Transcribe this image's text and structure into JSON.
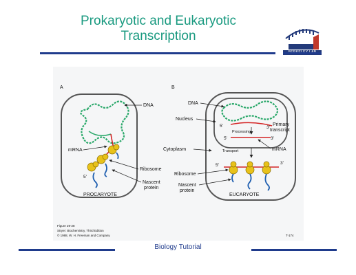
{
  "title_line1": "Prokaryotic and Eukaryotic",
  "title_line2": "Transcription",
  "logo_text": "BERKELEY LAB",
  "footer": "Biology Tutorial",
  "figure": {
    "panel_a_letter": "A",
    "panel_b_letter": "B",
    "a_dna": "DNA",
    "a_mrna": "mRNA",
    "a_ribosome": "Ribosome",
    "a_nascent_1": "Nascent",
    "a_nascent_2": "protein",
    "a_five_prime": "5'",
    "a_caption": "PROCARYOTE",
    "b_dna": "DNA",
    "b_nucleus": "Nucleus",
    "b_processing": "Processing",
    "b_primary_1": "Primary",
    "b_primary_2": "transcript",
    "b_five_a": "5'",
    "b_three_a": "3'",
    "b_five_b": "5'",
    "b_three_b": "3'",
    "b_mrna": "mRNA",
    "b_cytoplasm": "Cytoplasm",
    "b_transport": "Transport",
    "b_ribosome": "Ribosome",
    "b_five_c": "5'",
    "b_three_c": "3'",
    "b_nascent_1": "Nascent",
    "b_nascent_2": "protein",
    "b_caption": "EUCARYOTE",
    "credit_1": "Figure 29-28",
    "credit_2": "Stryer: Biochemistry, Third Edition",
    "credit_3": "© 1988, W. H. Freeman and Company",
    "slide_id": "T-174"
  },
  "colors": {
    "title": "#1a9a80",
    "rule": "#1f3b8c",
    "dna": "#2aa86a",
    "mrna": "#d42424",
    "ribosome": "#e8c21a",
    "protein": "#1f5fb0"
  }
}
